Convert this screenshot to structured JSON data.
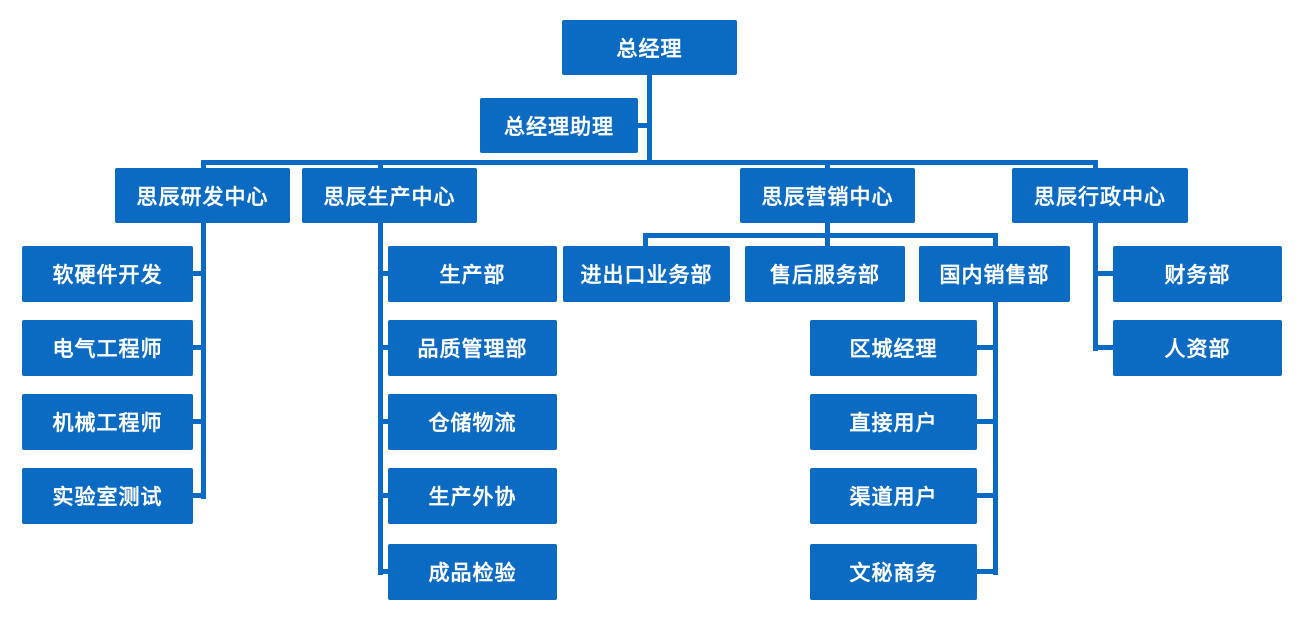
{
  "colors": {
    "box": "#0b6ac1",
    "line": "#0b6ac1",
    "text": "#ffffff",
    "background": "#ffffff"
  },
  "chart": {
    "root": "总经理",
    "assistant": "总经理助理",
    "centers": {
      "rd": {
        "label": "思辰研发中心",
        "children": [
          "软硬件开发",
          "电气工程师",
          "机械工程师",
          "实验室测试"
        ]
      },
      "production": {
        "label": "思辰生产中心",
        "children": [
          "生产部",
          "品质管理部",
          "仓储物流",
          "生产外协",
          "成品检验"
        ]
      },
      "marketing": {
        "label": "思辰营销中心",
        "children": [
          "进出口业务部",
          "售后服务部",
          "国内销售部"
        ],
        "domestic_sales_children": [
          "区城经理",
          "直接用户",
          "渠道用户",
          "文秘商务"
        ]
      },
      "admin": {
        "label": "思辰行政中心",
        "children": [
          "财务部",
          "人资部"
        ]
      }
    }
  }
}
